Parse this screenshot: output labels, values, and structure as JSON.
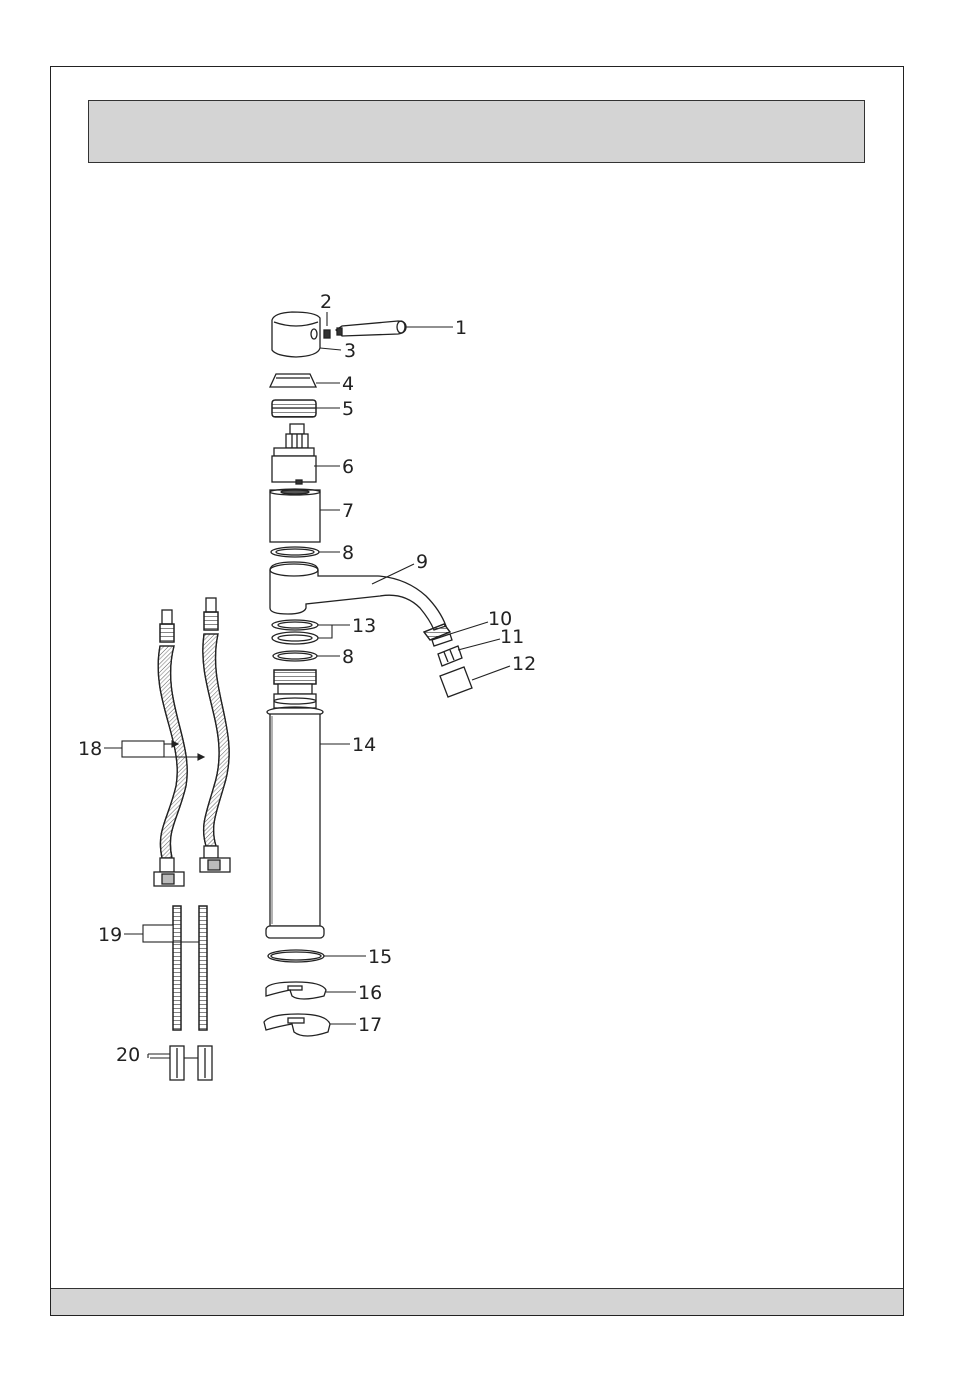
{
  "parts": [
    {
      "number": "1"
    },
    {
      "number": "2"
    },
    {
      "number": "3"
    },
    {
      "number": "4"
    },
    {
      "number": "5"
    },
    {
      "number": "6"
    },
    {
      "number": "7"
    },
    {
      "number": "8"
    },
    {
      "number": "8"
    },
    {
      "number": "9"
    },
    {
      "number": "10"
    },
    {
      "number": "11"
    },
    {
      "number": "12"
    },
    {
      "number": "13"
    },
    {
      "number": "14"
    },
    {
      "number": "15"
    },
    {
      "number": "16"
    },
    {
      "number": "17"
    },
    {
      "number": "18"
    },
    {
      "number": "19"
    },
    {
      "number": "20"
    }
  ]
}
